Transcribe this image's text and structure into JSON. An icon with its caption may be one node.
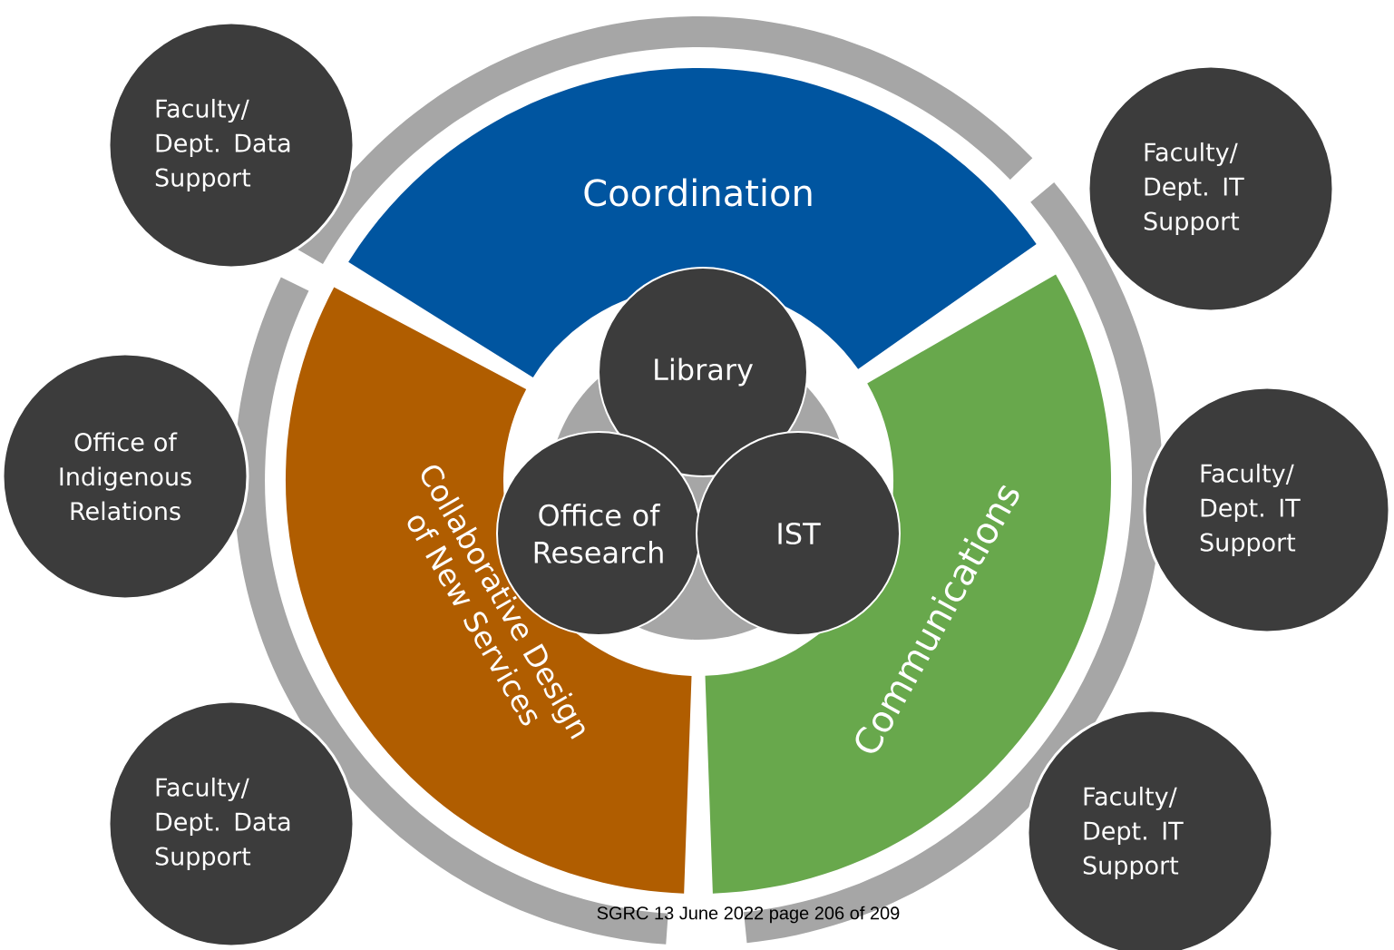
{
  "diagram": {
    "nodes": [
      {
        "text": [
          "Faculty/ Dept. Data Support"
        ]
      },
      {
        "text": [
          "Coordination"
        ]
      },
      {
        "text": [
          "Faculty/ Dept. IT Support"
        ]
      },
      {
        "text": [
          "Library"
        ]
      },
      {
        "text": [
          "Office of Indigenous Relations"
        ]
      },
      {
        "text": [
          "Collaborative Design of New Services"
        ]
      },
      {
        "text": [
          "Office of Research"
        ]
      },
      {
        "text": [
          "IST"
        ]
      },
      {
        "text": [
          "Communications"
        ]
      },
      {
        "text": [
          "Faculty/ Dept. IT Support"
        ]
      },
      {
        "text": [
          "Faculty/ Dept. Data Support"
        ]
      },
      {
        "text": [
          "Faculty/ Dept. IT Support"
        ]
      }
    ],
    "edges": [],
    "labels": [
      "SGRC 13 June 2022 page 206 of 209"
    ]
  }
}
